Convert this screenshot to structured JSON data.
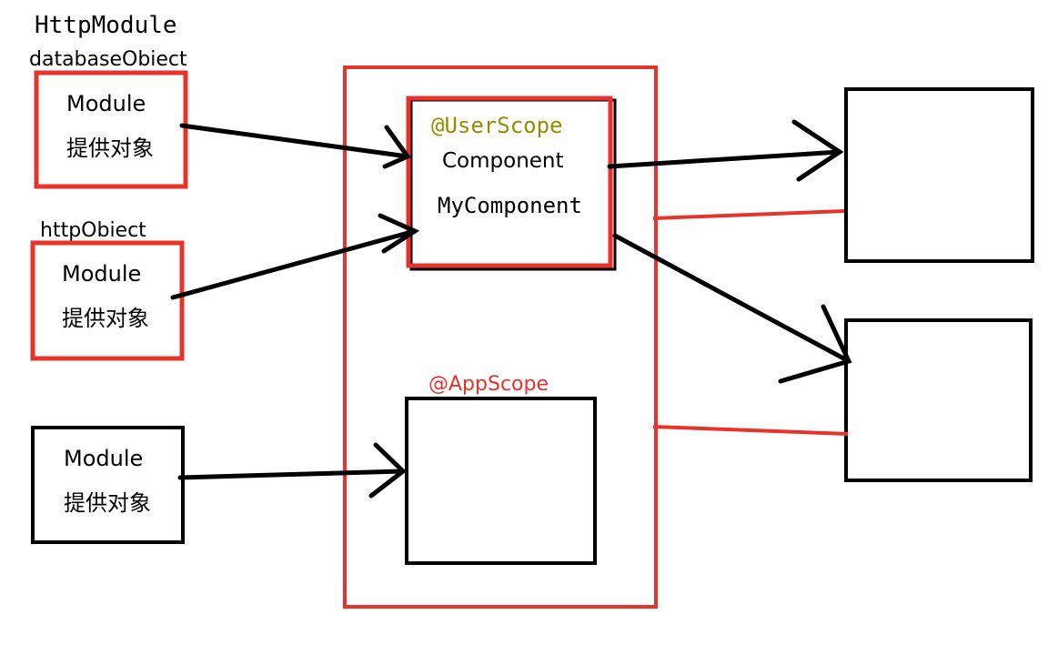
{
  "labels": {
    "title": "HttpModule",
    "database_object": "databaseObiect",
    "http_object": "httpObiect"
  },
  "modules": [
    {
      "name": "Module",
      "provides": "提供对象"
    },
    {
      "name": "Module",
      "provides": "提供对象"
    },
    {
      "name": "Module",
      "provides": "提供对象"
    }
  ],
  "user_scope": {
    "annotation": "@UserScope",
    "component": "Component",
    "class_name": "MyComponent"
  },
  "app_scope": {
    "annotation": "@AppScope"
  },
  "colors": {
    "highlight": "#e8332a",
    "stroke": "#000000",
    "user_scope_text": "#9b8a00",
    "app_scope_text": "#e8332a"
  }
}
